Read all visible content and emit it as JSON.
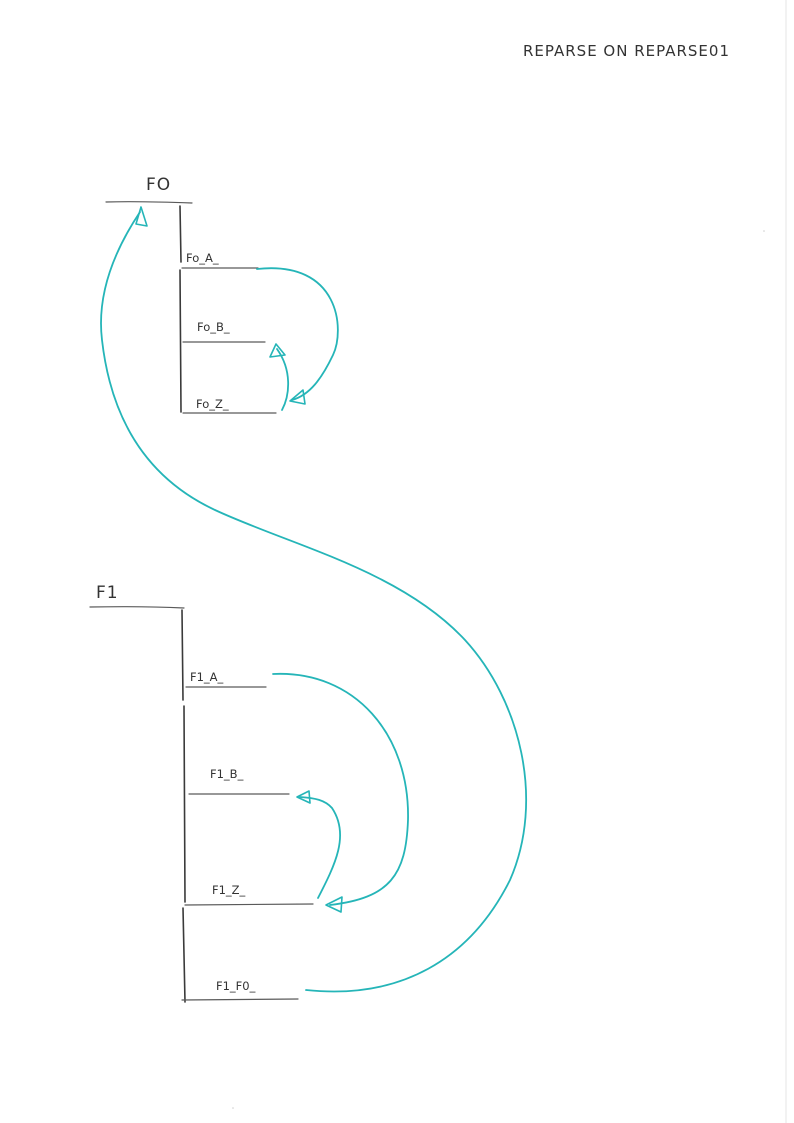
{
  "title": "REPARSE ON REPARSE01",
  "blocks": [
    {
      "id": "F0",
      "label": "FO",
      "slots": [
        "Fo_A_",
        "Fo_B_",
        "Fo_Z_"
      ]
    },
    {
      "id": "F1",
      "label": "F1",
      "slots": [
        "F1_A_",
        "F1_B_",
        "F1_Z_",
        "F1_F0_"
      ]
    }
  ],
  "edges": [
    {
      "from": "Fo_A_",
      "to": "Fo_Z_"
    },
    {
      "from": "Fo_Z_",
      "to": "Fo_B_"
    },
    {
      "from": "F1_A_",
      "to": "F1_Z_"
    },
    {
      "from": "F1_Z_",
      "to": "F1_B_"
    },
    {
      "from": "F1_F0_",
      "to": "FO"
    }
  ],
  "colors": {
    "arrow": "#25b5b8",
    "pencil": "#3a3a3a",
    "paper": "#ffffff"
  }
}
